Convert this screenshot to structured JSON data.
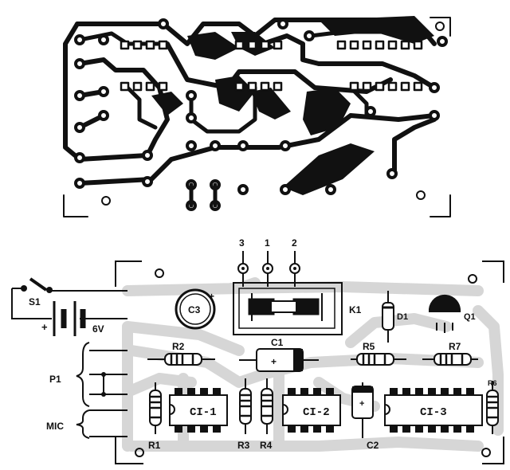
{
  "labels": {
    "s1": "S1",
    "battery": "6V",
    "plus": "+",
    "p1": "P1",
    "mic": "MIC",
    "c3": "C3",
    "k1": "K1",
    "d1": "D1",
    "q1": "Q1",
    "c1": "C1",
    "r2": "R2",
    "r5": "R5",
    "r7": "R7",
    "r1": "R1",
    "r3": "R3",
    "r4": "R4",
    "c2": "C2",
    "r6": "R6",
    "ci1": "CI-1",
    "ci2": "CI-2",
    "ci3": "CI-3",
    "t3": "3",
    "t1": "1",
    "t2": "2"
  },
  "colors": {
    "ink": "#111111",
    "trace_gray": "#d9d9d9",
    "paper": "#ffffff"
  }
}
